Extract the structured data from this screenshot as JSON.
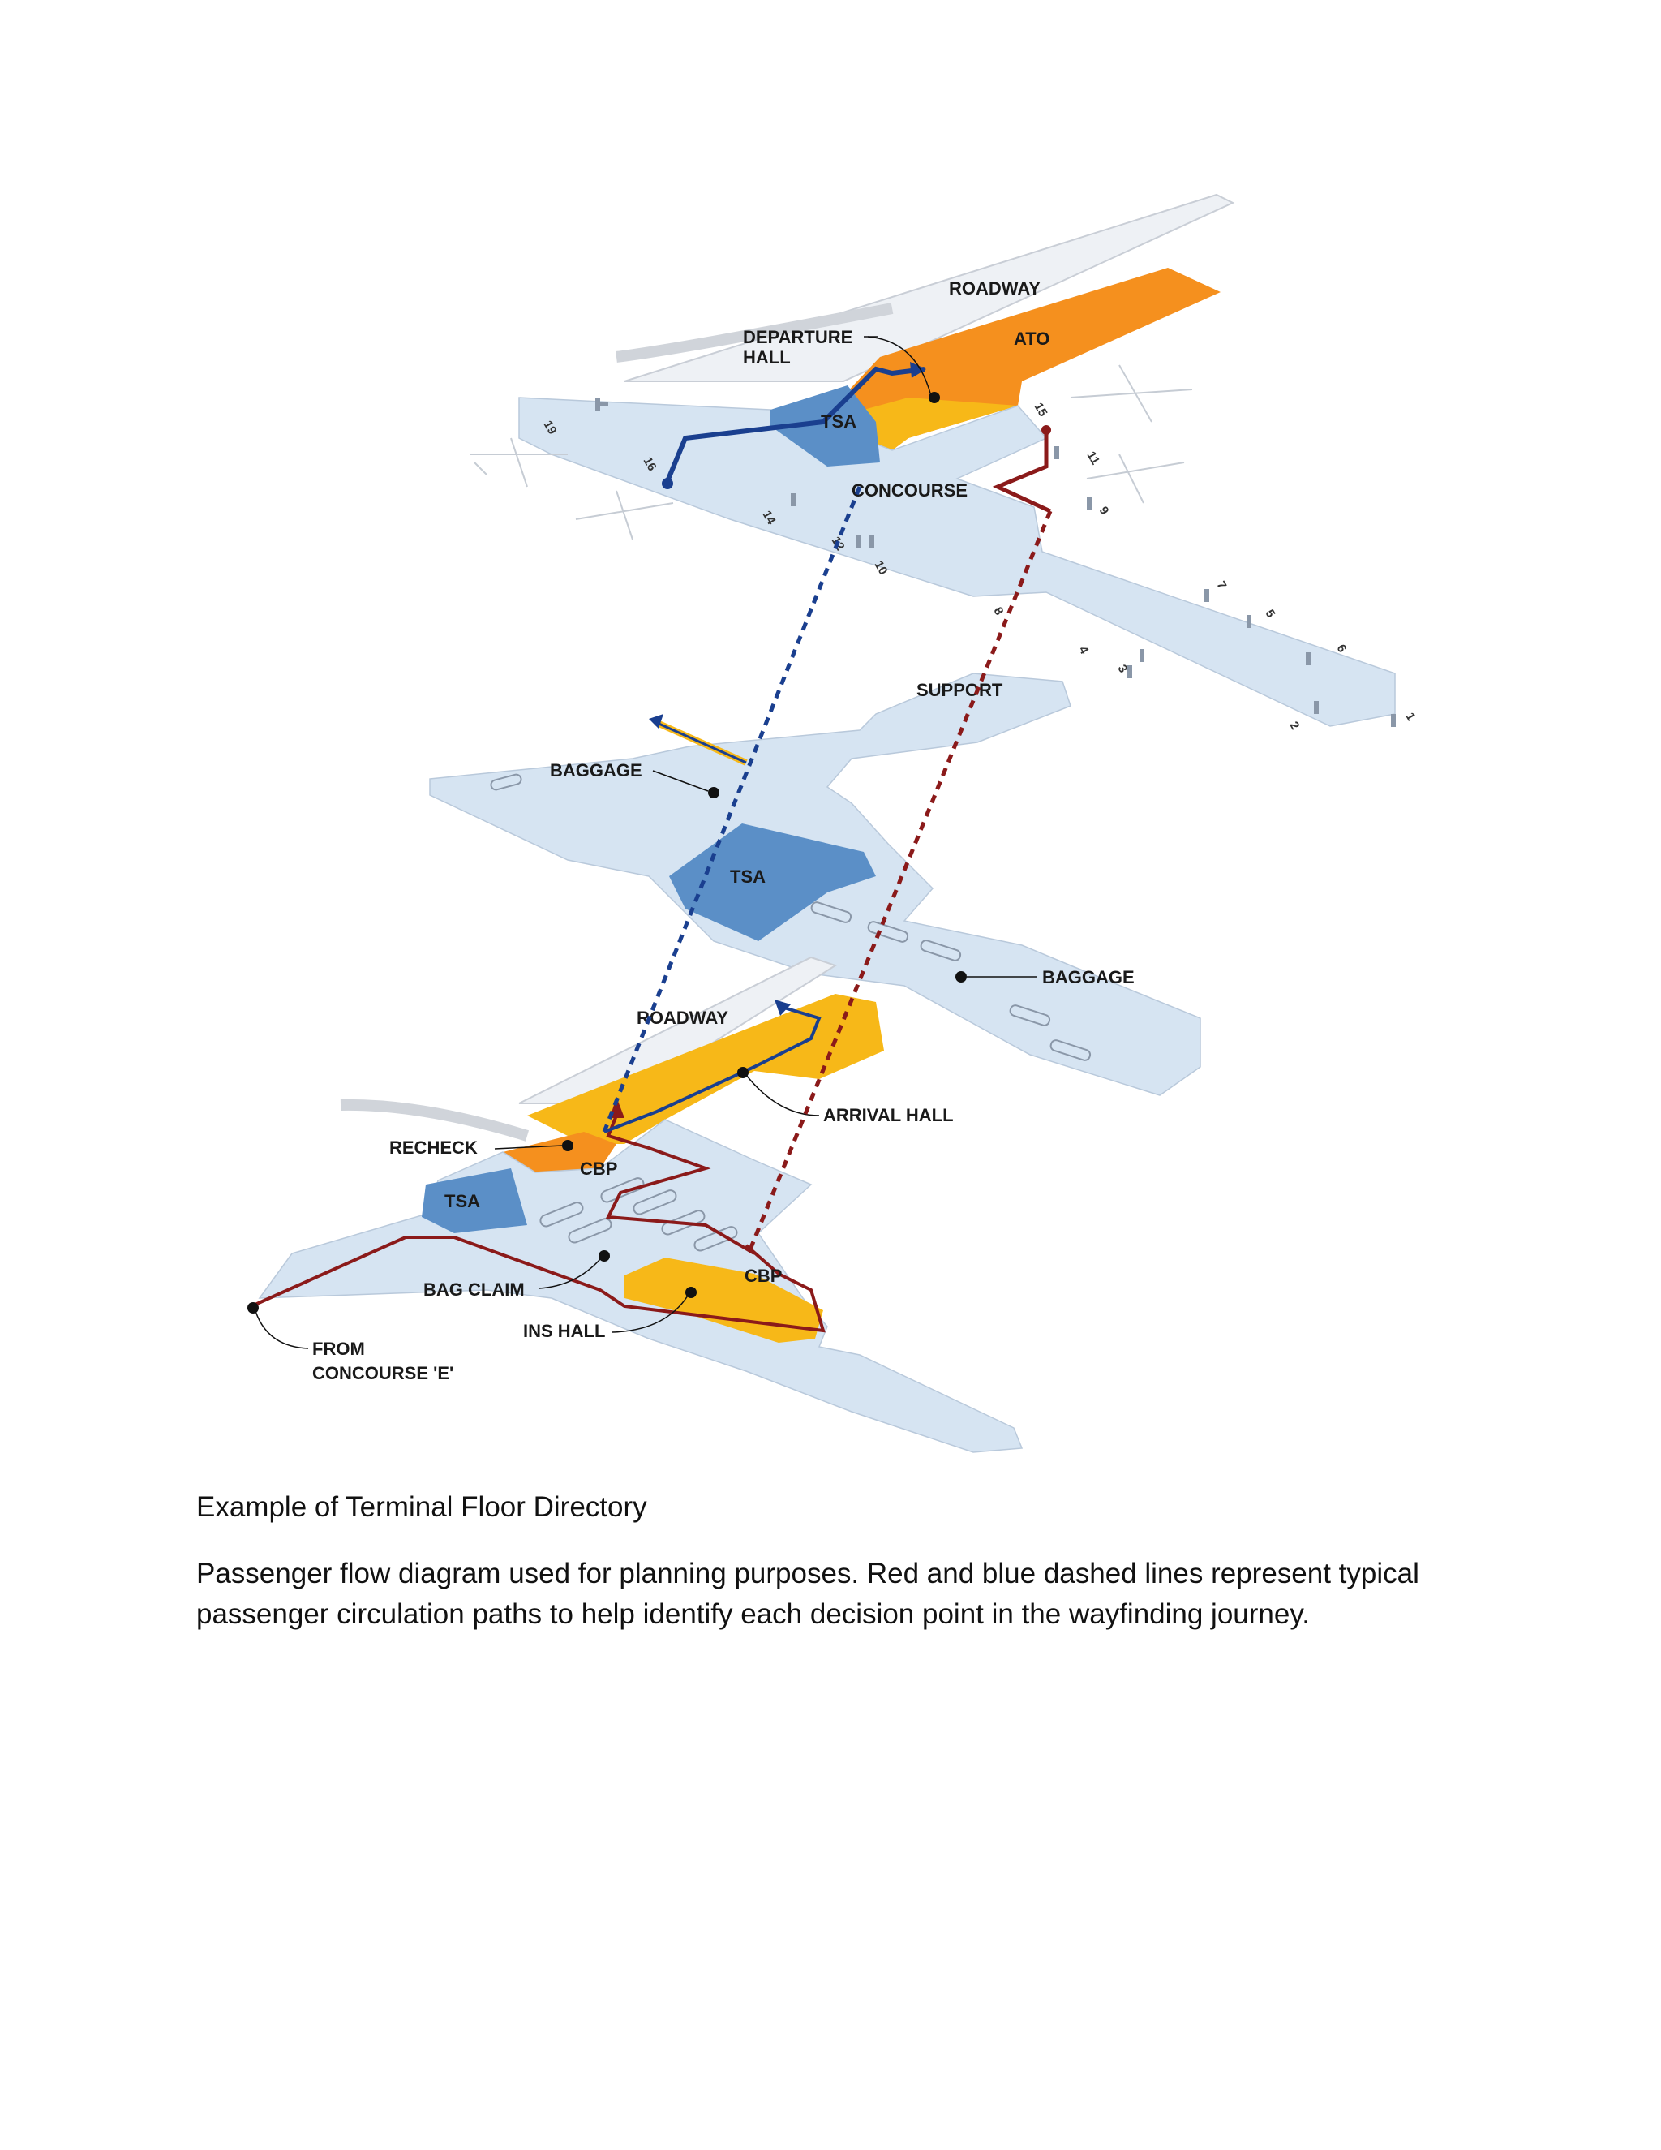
{
  "labels": {
    "roadway_top": "ROADWAY",
    "departure_hall_1": "DEPARTURE",
    "departure_hall_2": "HALL",
    "ato": "ATO",
    "tsa_top": "TSA",
    "concourse": "CONCOURSE",
    "support": "SUPPORT",
    "baggage_left": "BAGGAGE",
    "tsa_mid": "TSA",
    "baggage_right": "BAGGAGE",
    "roadway_bottom": "ROADWAY",
    "arrival_hall": "ARRIVAL HALL",
    "recheck": "RECHECK",
    "cbp_upper": "CBP",
    "tsa_bottom": "TSA",
    "cbp_lower": "CBP",
    "bag_claim": "BAG CLAIM",
    "ins_hall": "INS HALL",
    "from_1": "FROM",
    "from_2": "CONCOURSE 'E'"
  },
  "gates": [
    "19",
    "16",
    "15",
    "11",
    "9",
    "14",
    "12",
    "10",
    "8",
    "7",
    "5",
    "6",
    "4",
    "3",
    "2",
    "1"
  ],
  "colors": {
    "floor": "#d6e4f2",
    "tsa": "#5b8fc7",
    "orange": "#f5901e",
    "yellow": "#f7b818",
    "blue_path": "#1a3f8f",
    "red_path": "#8b1a1a"
  },
  "caption": {
    "title": "Example of Terminal Floor Directory",
    "body": "Passenger flow diagram used for planning purposes. Red and blue dashed lines represent typical passenger circulation paths to help identify each decision point in the wayfinding journey."
  }
}
